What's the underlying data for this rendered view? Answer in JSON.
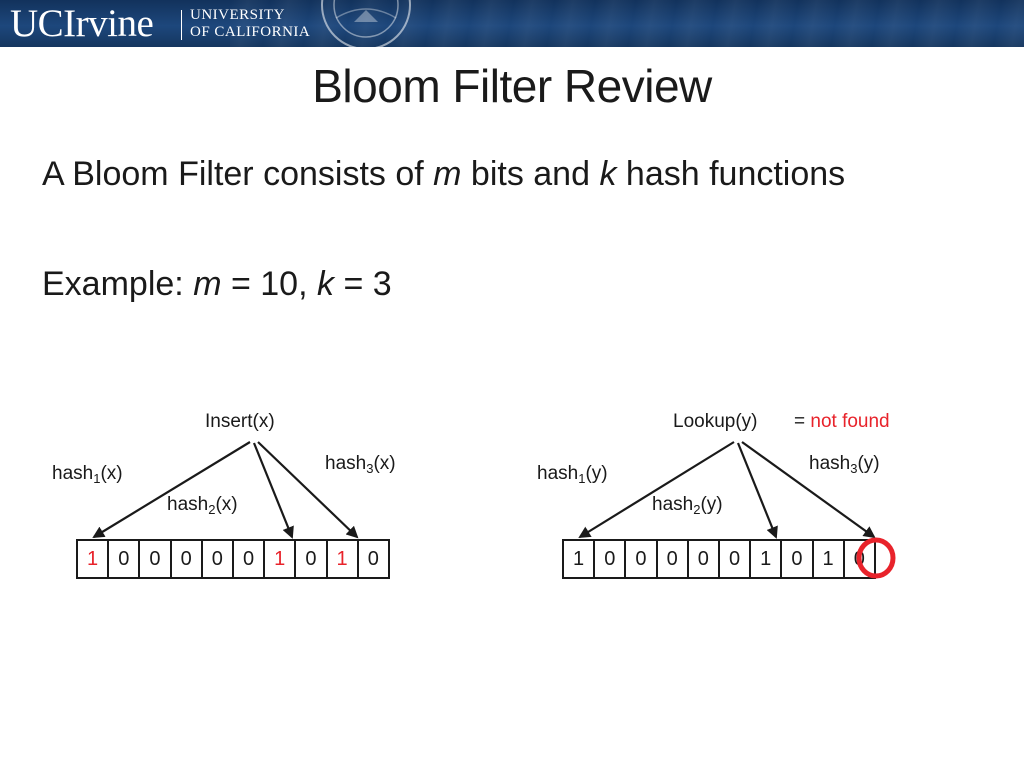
{
  "header": {
    "brand": "UCIrvine",
    "university_line1": "UNIVERSITY",
    "university_line2": "OF CALIFORNIA",
    "colors": {
      "banner": "#1d477c",
      "text": "#ffffff"
    }
  },
  "slide": {
    "title": "Bloom Filter Review",
    "line1": {
      "pre": "A Bloom Filter consists of",
      "m": "m",
      "mid": "bits and",
      "k": "k",
      "post": "hash functions"
    },
    "line2": {
      "pre": "Example:",
      "m": "m",
      "mid": "= 10,",
      "k": "k",
      "post": "= 3"
    }
  },
  "insert": {
    "root_label": "Insert(x)",
    "hash1": {
      "base": "hash",
      "sub": "1",
      "arg": "(x)"
    },
    "hash2": {
      "base": "hash",
      "sub": "2",
      "arg": "(x)"
    },
    "hash3": {
      "base": "hash",
      "sub": "3",
      "arg": "(x)"
    },
    "bits": [
      "1",
      "0",
      "0",
      "0",
      "0",
      "0",
      "1",
      "0",
      "1",
      "0"
    ],
    "highlighted": [
      0,
      6,
      8
    ]
  },
  "lookup": {
    "root_label": "Lookup(y)",
    "result_prefix": "=",
    "result": "not found",
    "hash1": {
      "base": "hash",
      "sub": "1",
      "arg": "(y)"
    },
    "hash2": {
      "base": "hash",
      "sub": "2",
      "arg": "(y)"
    },
    "hash3": {
      "base": "hash",
      "sub": "3",
      "arg": "(y)"
    },
    "bits": [
      "1",
      "0",
      "0",
      "0",
      "0",
      "0",
      "1",
      "0",
      "1",
      "0"
    ],
    "circled_index": 9
  },
  "colors": {
    "highlight": "#e8232b",
    "ink": "#1a1a1a"
  }
}
